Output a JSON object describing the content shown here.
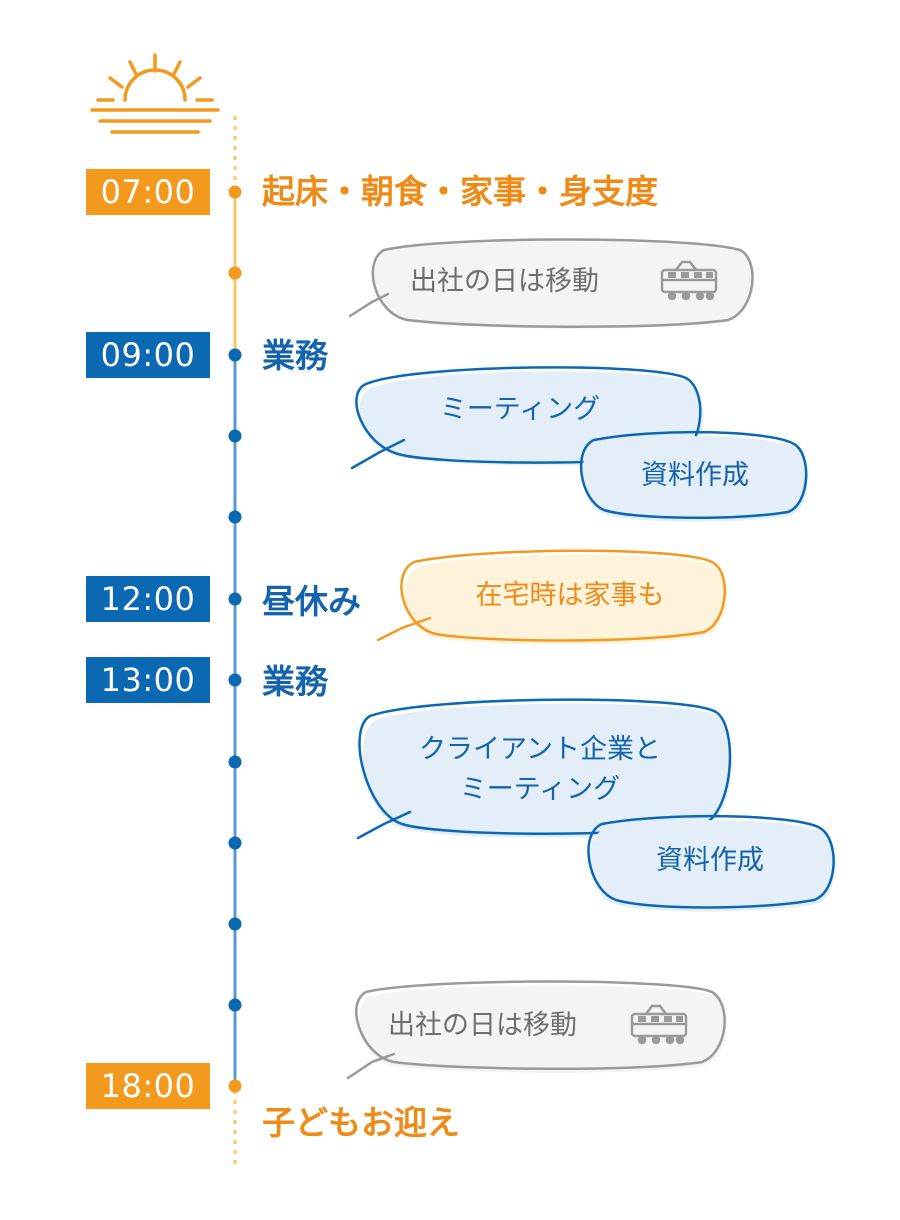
{
  "timeline": {
    "colors": {
      "orange": "#f39a1e",
      "orange_light": "#f7c76a",
      "blue": "#0b68b3",
      "blue_line": "#5b98cf",
      "blue_fill": "#e4eef8",
      "orange_fill": "#fff3dc",
      "gray": "#9a9a9a",
      "gray_fill": "#f2f2f2"
    },
    "header_icon": "sunrise-icon",
    "entries": [
      {
        "time": "07:00",
        "label": "起床・朝食・家事・身支度"
      },
      {
        "time": "09:00",
        "label": "業務"
      },
      {
        "time": "12:00",
        "label": "昼休み"
      },
      {
        "time": "13:00",
        "label": "業務"
      },
      {
        "time": "18:00",
        "label": "子どもお迎え"
      }
    ],
    "notes": {
      "commute_morning": "出社の日は移動",
      "meeting": "ミーティング",
      "docs_morning": "資料作成",
      "lunch_housework": "在宅時は家事も",
      "client_meeting_line1": "クライアント企業と",
      "client_meeting_line2": "ミーティング",
      "docs_afternoon": "資料作成",
      "commute_evening": "出社の日は移動"
    },
    "train_icon": "train-icon"
  }
}
